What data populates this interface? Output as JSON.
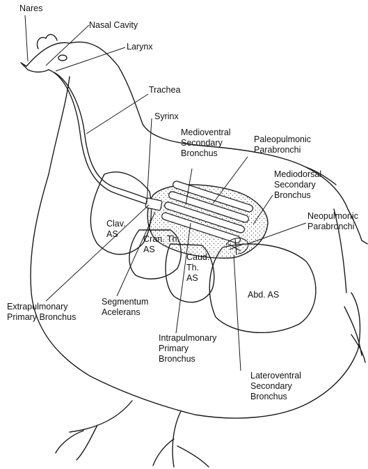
{
  "labels": {
    "nares": "Nares",
    "nasal_cavity": "Nasal Cavity",
    "larynx": "Larynx",
    "trachea": "Trachea",
    "syrinx": "Syrinx",
    "medioventral": "Medioventral\nSecondary\nBronchus",
    "paleopulmonic": "Paleopulmonic\nParabronchi",
    "mediodorsal": "Mediodorsal\nSecondary\nBronchus",
    "neopulmonic": "Neopulmonic\nParabronchi",
    "clav_as": "Clav.\nAS",
    "cran_th_as": "Cran. Th.\nAS",
    "caud_th_as": "Caud.\nTh.\nAS",
    "abd_as": "Abd. AS",
    "extrapulmonary": "Extrapulmonary\nPrimary Bronchus",
    "segmentum": "Segmentum\nAcelerans",
    "intrapulmonary": "Intrapulmonary\nPrimary\nBronchus",
    "lateroventral": "Lateroventral\nSecondary\nBronchus"
  },
  "colors": {
    "line": "#1a1a1a",
    "stipple": "#555555",
    "background": "#ffffff"
  }
}
